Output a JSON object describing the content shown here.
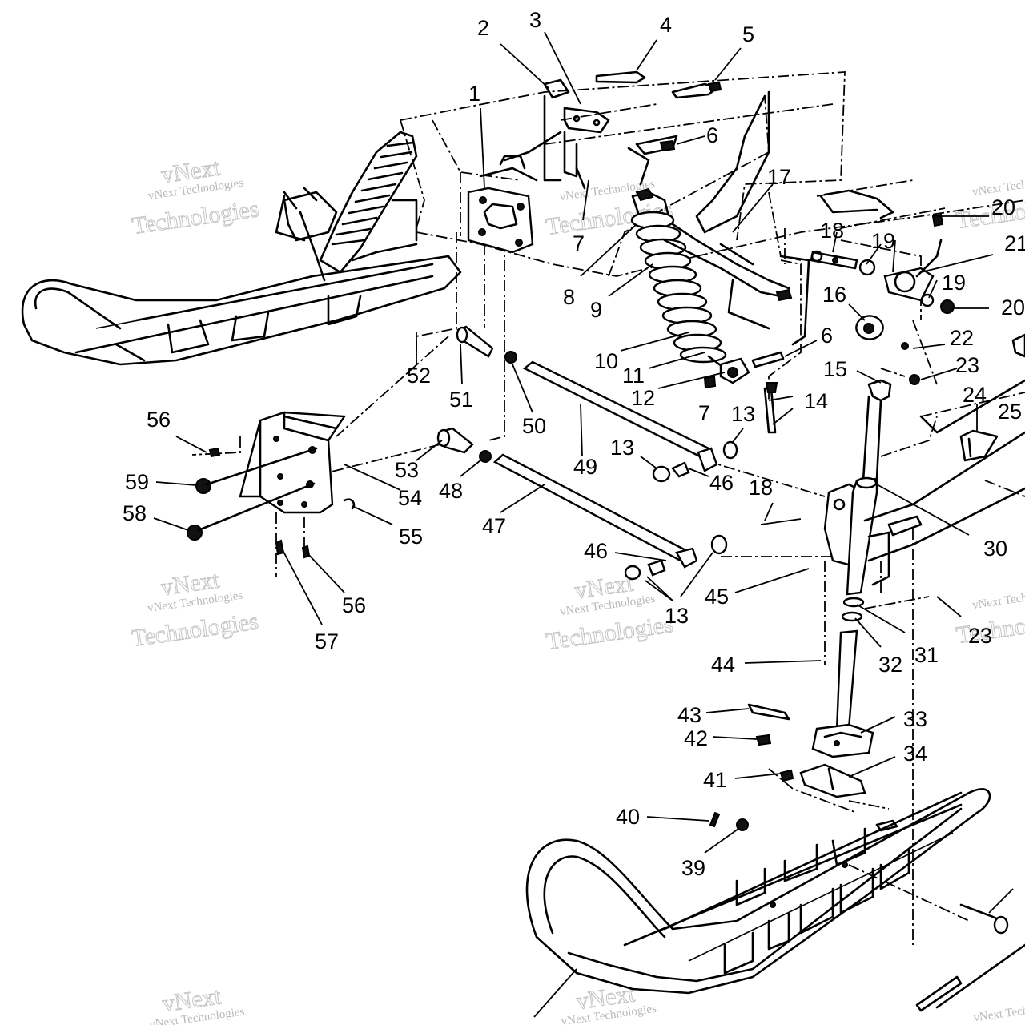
{
  "watermark": {
    "line1": "vNext Technologies",
    "line2": "Technologies",
    "line3": "vNext"
  },
  "callouts": [
    "1",
    "2",
    "3",
    "4",
    "5",
    "6",
    "6",
    "7",
    "7",
    "8",
    "9",
    "10",
    "11",
    "12",
    "13",
    "13",
    "13",
    "14",
    "15",
    "16",
    "17",
    "18",
    "18",
    "19",
    "19",
    "20",
    "20",
    "21",
    "22",
    "23",
    "23",
    "24",
    "25",
    "30",
    "31",
    "32",
    "33",
    "34",
    "39",
    "40",
    "41",
    "42",
    "43",
    "44",
    "45",
    "46",
    "46",
    "47",
    "48",
    "49",
    "50",
    "51",
    "52",
    "53",
    "54",
    "55",
    "56",
    "56",
    "57",
    "58",
    "59"
  ]
}
